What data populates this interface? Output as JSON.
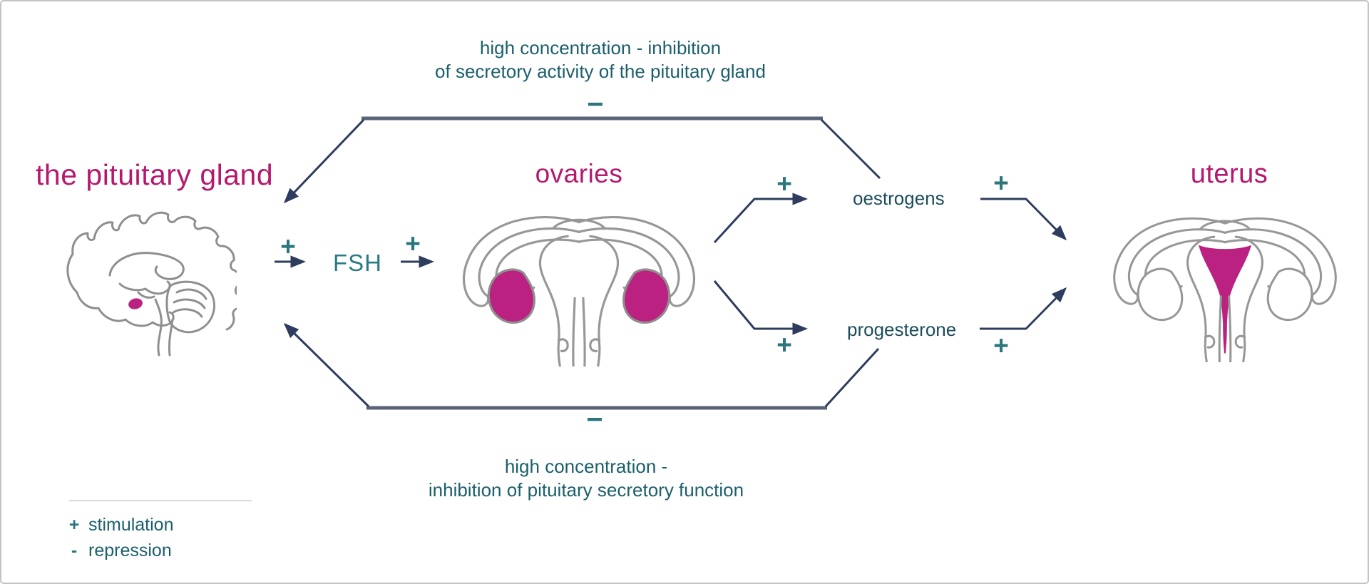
{
  "diagram": {
    "nodes": {
      "pituitary": "the pituitary gland",
      "ovaries": "ovaries",
      "uterus": "uterus"
    },
    "hormones": {
      "fsh": "FSH",
      "oestrogens": "oestrogens",
      "progesterone": "progesterone"
    },
    "annotations": {
      "top_line1": "high concentration - inhibition",
      "top_line2": "of secretory activity of the pituitary gland",
      "bottom_line1": "high concentration -",
      "bottom_line2": "inhibition of pituitary secretory function"
    },
    "signs": {
      "plus": "+",
      "minus": "−"
    },
    "legend": {
      "stimulation_sign": "+",
      "stimulation_label": "stimulation",
      "repression_sign": "-",
      "repression_label": "repression"
    },
    "illustrations": {
      "brain": "brain-sagittal-illustration",
      "ovaries": "ovaries-illustration",
      "uterus": "uterus-illustration"
    },
    "colors": {
      "magenta_label": "#b5186e",
      "magenta_fill": "#bb2180",
      "teal_text": "#1b5f6b",
      "teal_sign": "#2a767c",
      "fsh_teal": "#2a7b82",
      "hormone_label": "#1c4d5c",
      "arrow_navy": "#2e3d5e",
      "arrow_slate": "#5a6378",
      "illustration_gray": "#8f8f8f"
    }
  }
}
